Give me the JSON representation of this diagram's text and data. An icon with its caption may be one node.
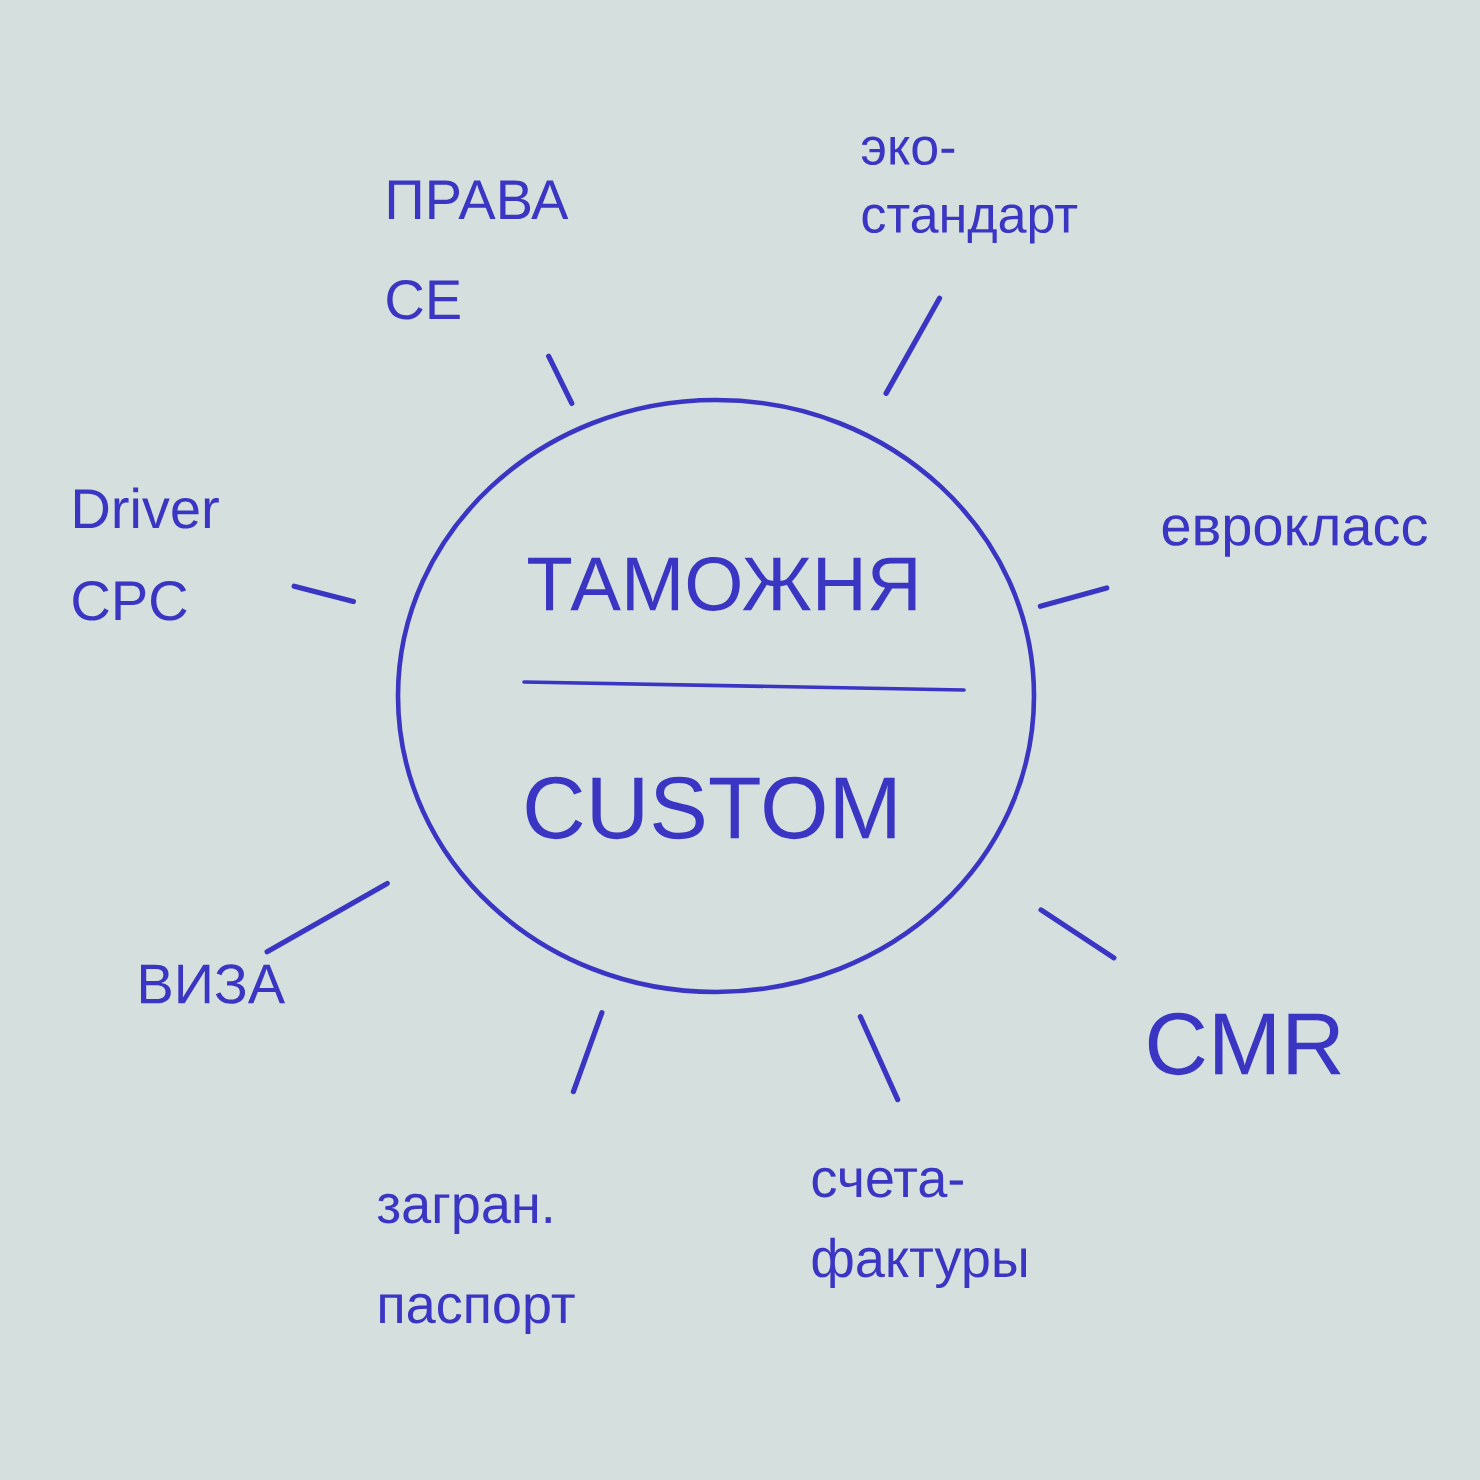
{
  "diagram": {
    "nodes": [
      {
        "text": [
          "ТАМОЖНЯ",
          "CUSTOM"
        ]
      },
      {
        "text": [
          "ПРАВА CE"
        ]
      },
      {
        "text": [
          "эко- стандарт"
        ]
      },
      {
        "text": [
          "Driver CPC"
        ]
      },
      {
        "text": [
          "еврокласс"
        ]
      },
      {
        "text": [
          "ВИЗА"
        ]
      },
      {
        "text": [
          "CMR"
        ]
      },
      {
        "text": [
          "загран. паспорт"
        ]
      },
      {
        "text": [
          "счета- фактуры"
        ]
      }
    ],
    "edges": [
      {
        "from": 0,
        "to": 1,
        "arrow": "none"
      },
      {
        "from": 0,
        "to": 2,
        "arrow": "none"
      },
      {
        "from": 0,
        "to": 3,
        "arrow": "none"
      },
      {
        "from": 0,
        "to": 4,
        "arrow": "none"
      },
      {
        "from": 0,
        "to": 5,
        "arrow": "none"
      },
      {
        "from": 0,
        "to": 6,
        "arrow": "none"
      },
      {
        "from": 0,
        "to": 7,
        "arrow": "none"
      },
      {
        "from": 0,
        "to": 8,
        "arrow": "none"
      }
    ]
  }
}
